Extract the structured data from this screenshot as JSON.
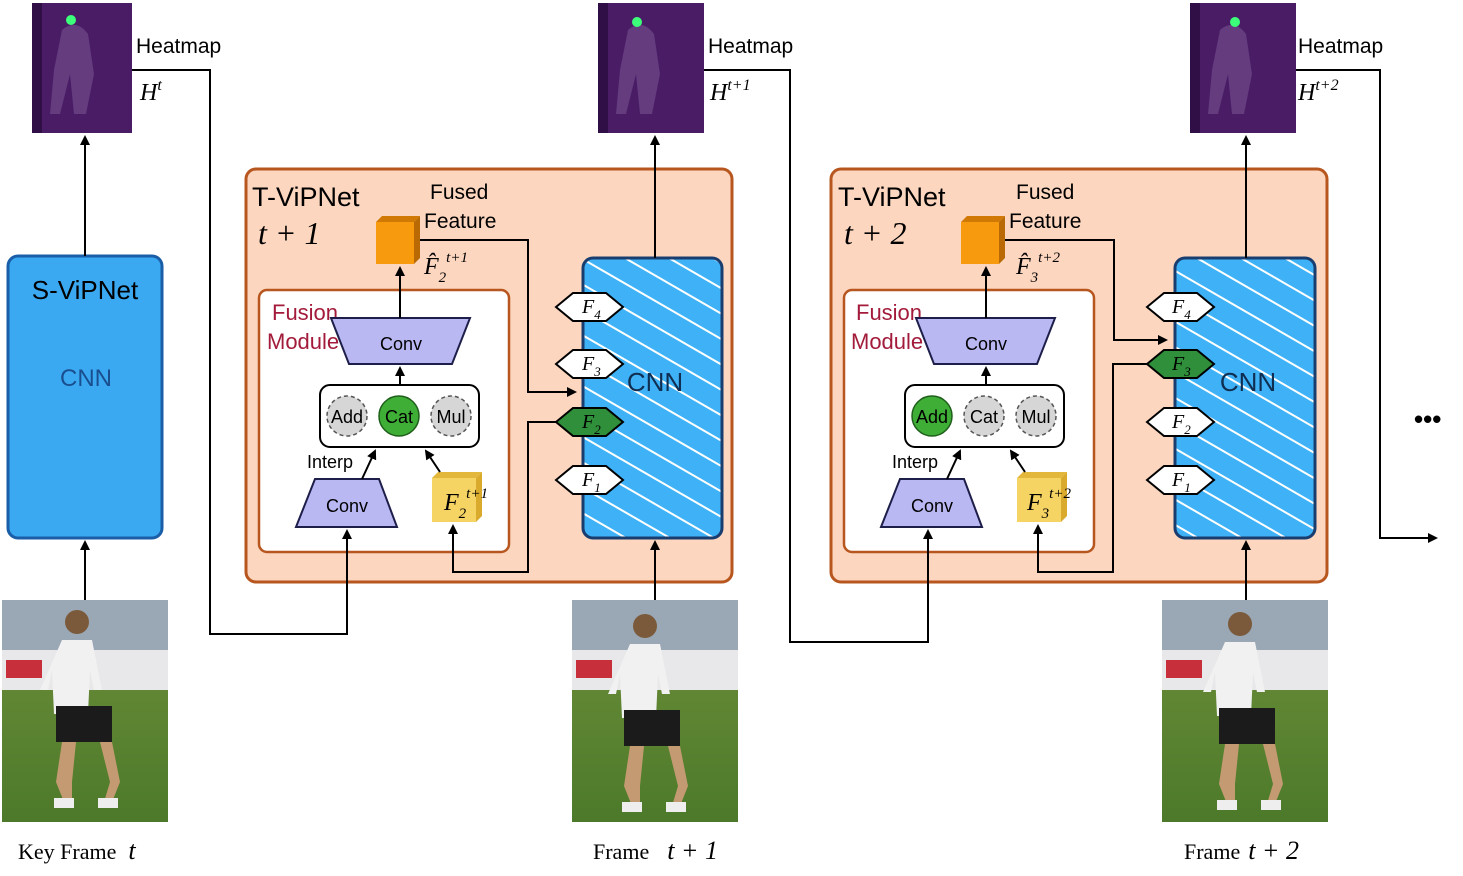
{
  "heatmaps": [
    {
      "label": "Heatmap",
      "symbol": "H",
      "sup": "t"
    },
    {
      "label": "Heatmap",
      "symbol": "H",
      "sup": "t+1"
    },
    {
      "label": "Heatmap",
      "symbol": "H",
      "sup": "t+2"
    }
  ],
  "s_vipnet": {
    "title": "S-ViPNet",
    "cnn": "CNN"
  },
  "t_vipnets": [
    {
      "title": "T-ViPNet",
      "time": "t + 1",
      "fused_label_1": "Fused",
      "fused_label_2": "Feature",
      "fused_symbol": "F̂",
      "fused_sub": "2",
      "fused_sup": "t+1",
      "fusion_label_1": "Fusion",
      "fusion_label_2": "Module",
      "conv_top": "Conv",
      "conv_bottom": "Conv",
      "interp": "Interp",
      "ops": [
        "Add",
        "Cat",
        "Mul"
      ],
      "active_op": "Cat",
      "feat_symbol": "F",
      "feat_sub": "2",
      "feat_sup": "t+1",
      "cnn": "CNN",
      "stages": [
        {
          "sym": "F",
          "sub": "4",
          "active": false
        },
        {
          "sym": "F",
          "sub": "3",
          "active": false
        },
        {
          "sym": "F",
          "sub": "2",
          "active": true
        },
        {
          "sym": "F",
          "sub": "1",
          "active": false
        }
      ]
    },
    {
      "title": "T-ViPNet",
      "time": "t + 2",
      "fused_label_1": "Fused",
      "fused_label_2": "Feature",
      "fused_symbol": "F̂",
      "fused_sub": "3",
      "fused_sup": "t+2",
      "fusion_label_1": "Fusion",
      "fusion_label_2": "Module",
      "conv_top": "Conv",
      "conv_bottom": "Conv",
      "interp": "Interp",
      "ops": [
        "Add",
        "Cat",
        "Mul"
      ],
      "active_op": "Add",
      "feat_symbol": "F",
      "feat_sub": "3",
      "feat_sup": "t+2",
      "cnn": "CNN",
      "stages": [
        {
          "sym": "F",
          "sub": "4",
          "active": false
        },
        {
          "sym": "F",
          "sub": "3",
          "active": true
        },
        {
          "sym": "F",
          "sub": "2",
          "active": false
        },
        {
          "sym": "F",
          "sub": "1",
          "active": false
        }
      ]
    }
  ],
  "frames": [
    {
      "label": "Key Frame",
      "time": "t"
    },
    {
      "label": "Frame",
      "time": "t + 1"
    },
    {
      "label": "Frame",
      "time": "t + 2"
    }
  ],
  "ellipsis": "•••",
  "colors": {
    "svip_fill": "#3ba9f2",
    "svip_stroke": "#1a5ea8",
    "tvip_fill": "#fcd6bf",
    "tvip_stroke": "#b7571f",
    "cnn_fill": "#3fb2f7",
    "conv_fill": "#b9b8f3",
    "active_green": "#3fae37",
    "fused_orange": "#f79a0e",
    "feat_yellow": "#f6d464",
    "fusion_text": "#a31b3a",
    "heatmap_purple": "#4a1c66"
  }
}
